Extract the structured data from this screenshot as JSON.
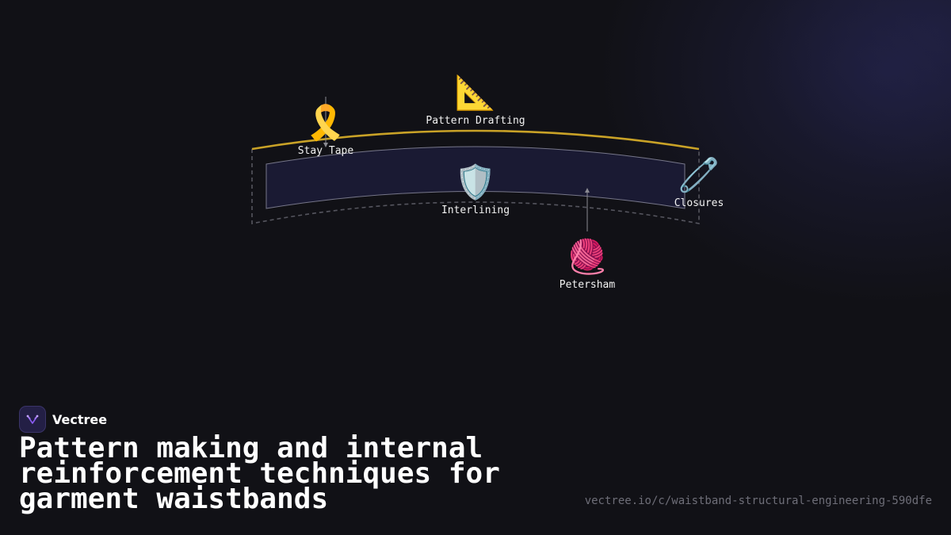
{
  "brand": {
    "name": "Vectree",
    "logo_icon": "vectree-logo-icon",
    "accent": "#8b5cf6"
  },
  "title": "Pattern making and internal reinforcement techniques for garment waistbands",
  "url": "vectree.io/c/waistband-structural-engineering-590dfe",
  "diagram": {
    "nodes": [
      {
        "label": "Pattern Drafting",
        "icon": "triangular-ruler-icon",
        "emoji": "📐"
      },
      {
        "label": "Stay Tape",
        "icon": "ribbon-icon",
        "emoji": "🎗️"
      },
      {
        "label": "Interlining",
        "icon": "shield-icon",
        "emoji": "🛡️"
      },
      {
        "label": "Closures",
        "icon": "safety-pin-icon",
        "emoji": "🧷"
      },
      {
        "label": "Petersham",
        "icon": "yarn-icon",
        "emoji": "🧶"
      }
    ],
    "colors": {
      "waistband_top_edge": "#c9a227",
      "waistband_band_fill": "#1a1a33",
      "outline": "#55555e",
      "arrow": "#8a8a92"
    }
  }
}
